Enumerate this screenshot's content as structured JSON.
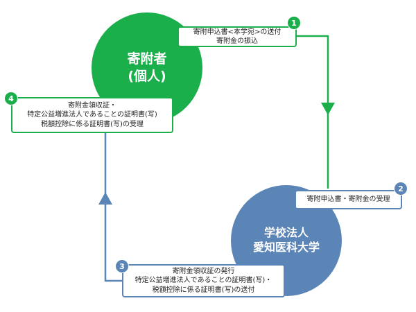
{
  "nodes": {
    "donor": {
      "line1": "寄附者",
      "line2": "(個人)"
    },
    "school": {
      "line1": "学校法人",
      "line2": "愛知医科大学"
    }
  },
  "steps": [
    {
      "number": "1",
      "lines": [
        "寄附申込書<本学宛>の送付",
        "寄附金の振込"
      ]
    },
    {
      "number": "2",
      "lines": [
        "寄附申込書・寄附金の受理"
      ]
    },
    {
      "number": "3",
      "lines": [
        "寄附金領収証の発行",
        "特定公益増進法人であることの証明書(写)・",
        "税額控除に係る証明書(写)の送付"
      ]
    },
    {
      "number": "4",
      "lines": [
        "寄附金領収証・",
        "特定公益増進法人であることの証明書(写)",
        "税額控除に係る証明書(写)の受理"
      ]
    }
  ],
  "colors": {
    "green": "#1aaf4b",
    "blue": "#5b85b7"
  }
}
